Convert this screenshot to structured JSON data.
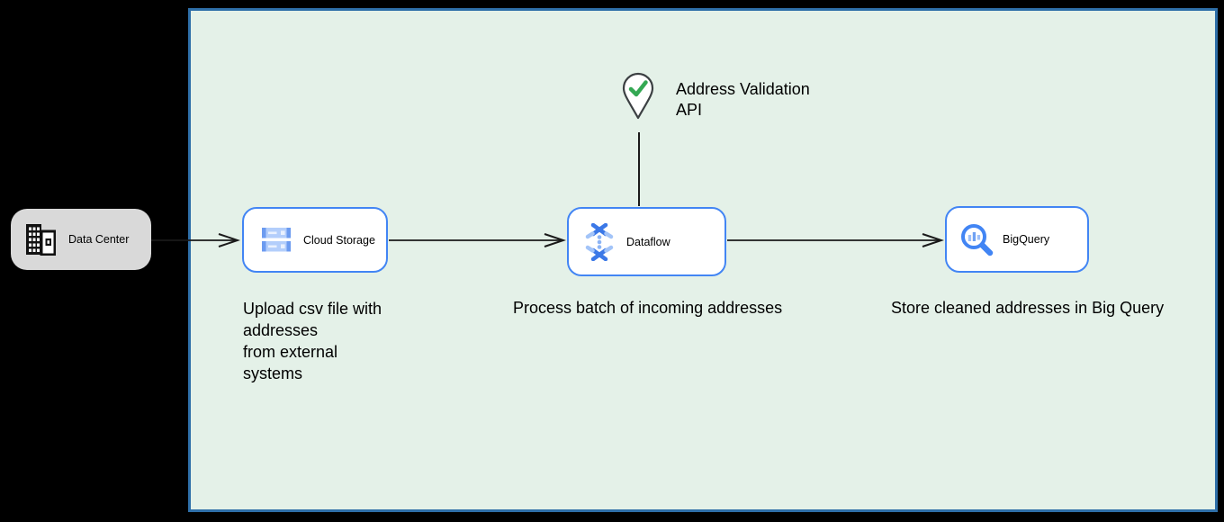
{
  "diagram": {
    "type": "cloud-architecture-flow",
    "nodes": {
      "data_center": {
        "label": "Data Center",
        "icon": "building-icon"
      },
      "cloud_storage": {
        "label": "Cloud Storage",
        "icon": "cloud-storage-icon"
      },
      "dataflow": {
        "label": "Dataflow",
        "icon": "dataflow-icon"
      },
      "bigquery": {
        "label": "BigQuery",
        "icon": "bigquery-icon"
      },
      "address_validation": {
        "label": "Address Validation\nAPI",
        "icon": "validation-pin-icon"
      }
    },
    "captions": {
      "upload": "Upload csv file with\naddresses\nfrom external\nsystems",
      "process": "Process batch of incoming addresses",
      "store": "Store cleaned addresses in Big Query"
    },
    "connections": [
      {
        "from": "data_center",
        "to": "cloud_storage",
        "arrow": "open"
      },
      {
        "from": "cloud_storage",
        "to": "dataflow",
        "arrow": "open"
      },
      {
        "from": "dataflow",
        "to": "bigquery",
        "arrow": "open"
      },
      {
        "from": "address_validation",
        "to": "dataflow",
        "arrow": "none"
      }
    ]
  },
  "colors": {
    "canvas-bg": "#000000",
    "boundary-fill": "#e4f1e8",
    "boundary-border": "#2e6fa8",
    "node-border": "#4285f4",
    "node-fill": "#ffffff",
    "datacenter-fill": "#d9d9d9",
    "text-color": "#000000",
    "icon-blue": "#3b78e7",
    "icon-blue-light": "#a3c4f8",
    "check-green": "#34a853",
    "pin-outline": "#3c4043",
    "connector": "#1a1a1a"
  }
}
